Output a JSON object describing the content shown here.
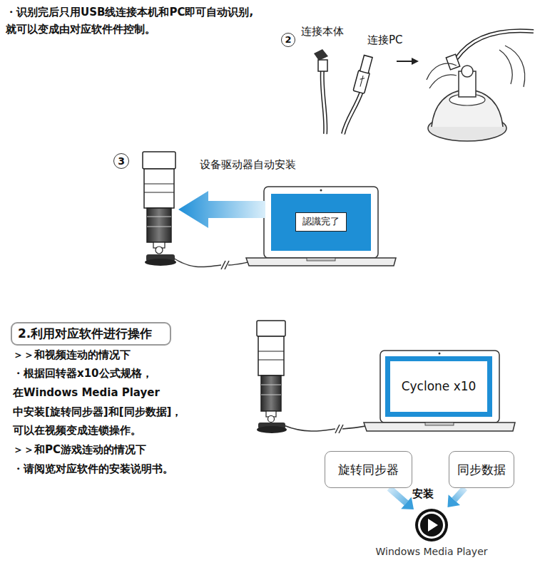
{
  "diagram": {
    "nodes": [
      {
        "text": [
          "2"
        ]
      },
      {
        "text": [
          "3"
        ]
      },
      {
        "text": [
          "認識完了"
        ]
      },
      {
        "text": [
          "2.利用对应软件进行操作"
        ]
      },
      {
        "text": [
          "Cyclone x10"
        ]
      },
      {
        "text": [
          "旋转同步器"
        ]
      },
      {
        "text": [
          "同步数据"
        ]
      },
      {
        "text": [
          "Windows Media Player"
        ]
      }
    ],
    "edges": [
      {
        "from": 5,
        "to": 7,
        "arrow": "to"
      },
      {
        "from": 6,
        "to": 7,
        "arrow": "to"
      }
    ],
    "labels": [
      "・识别完后只用USB线连接本机和PC即可自动识别,",
      "就可以变成由对应软件件控制。",
      "连接本体",
      "连接PC",
      "设备驱动器自动安装",
      "＞＞和视频连动的情况下",
      "・根据回转器x10公式规格，",
      "在Windows Media Player",
      "中安装[旋转同步器]和[同步数据]，",
      "可以在视频变成连锁操作。",
      "＞＞和PC游戏连动的情况下",
      "・请阅览对应软件的安装说明书。",
      "安装"
    ]
  }
}
